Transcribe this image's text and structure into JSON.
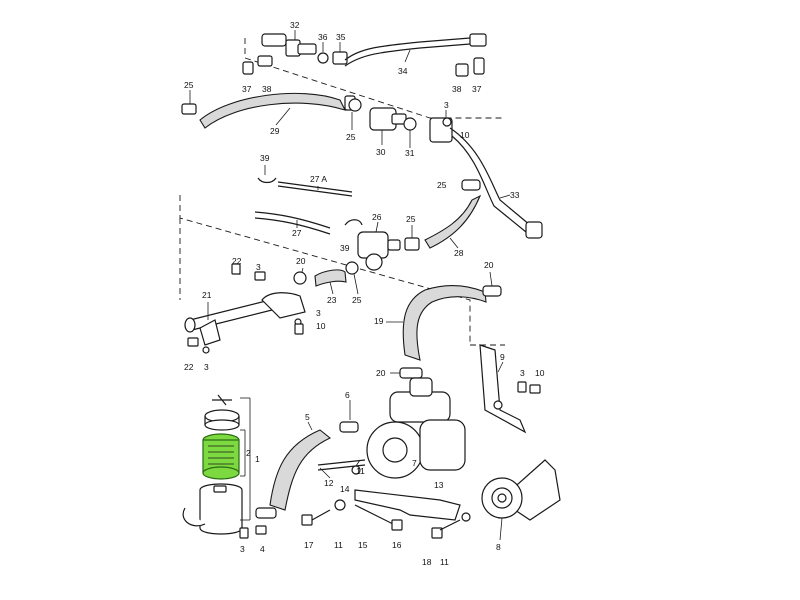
{
  "labels": {
    "p1": "1",
    "p2": "2",
    "p3": "3",
    "p4": "4",
    "p5": "5",
    "p6": "6",
    "p7": "7",
    "p8": "8",
    "p9": "9",
    "p10": "10",
    "p11": "11",
    "p12": "12",
    "p13": "13",
    "p14": "14",
    "p15": "15",
    "p16": "16",
    "p17": "17",
    "p18": "18",
    "p19": "19",
    "p20": "20",
    "p21": "21",
    "p22": "22",
    "p23": "23",
    "p25": "25",
    "p26": "26",
    "p27": "27",
    "p27a": "27 A",
    "p28": "28",
    "p29": "29",
    "p30": "30",
    "p31": "31",
    "p32": "32",
    "p33": "33",
    "p34": "34",
    "p35": "35",
    "p36": "36",
    "p37": "37",
    "p38": "38",
    "p39": "39"
  },
  "highlight_color": "#7cd93f"
}
